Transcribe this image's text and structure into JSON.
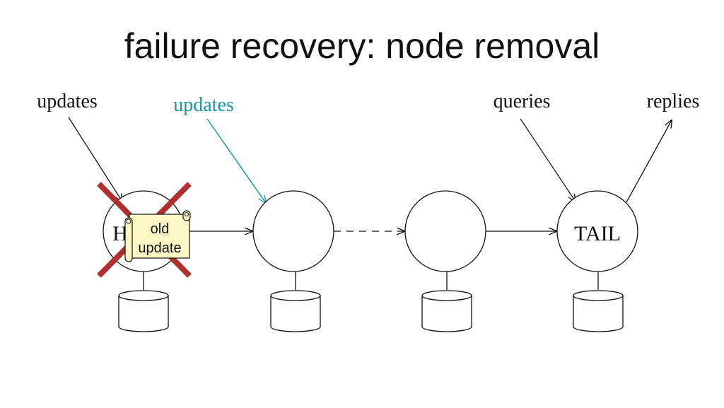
{
  "title": "failure recovery: node removal",
  "labels": {
    "updates_left": "updates",
    "updates_new": "updates",
    "queries": "queries",
    "replies": "replies"
  },
  "nodes": {
    "head_visible_text": "H",
    "tail": "TAIL"
  },
  "scroll_note": {
    "line1": "old",
    "line2": "update"
  },
  "colors": {
    "teal_accent": "#169aa6",
    "cross": "#b03030",
    "scroll_fill": "#fdf7c5"
  }
}
